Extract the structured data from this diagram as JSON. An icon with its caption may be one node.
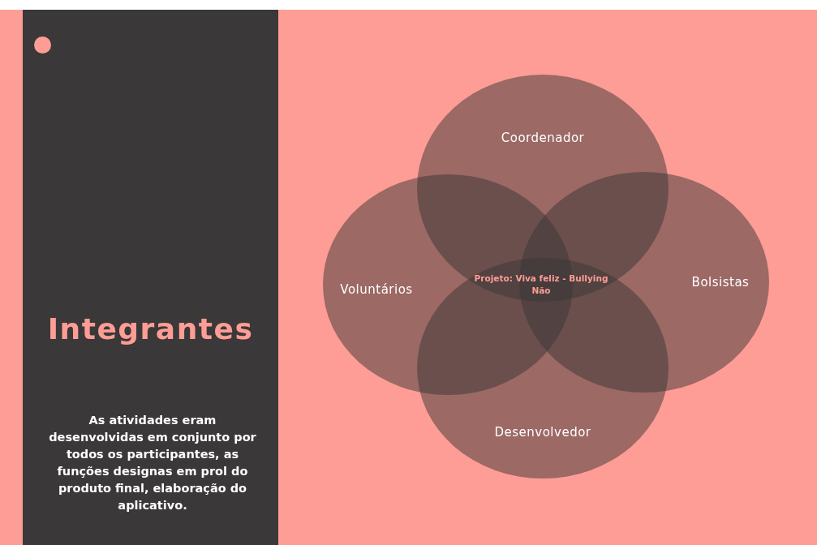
{
  "diagram": {
    "title": "Integrantes",
    "nodes": [
      {
        "text": [
          "Coordenador"
        ]
      },
      {
        "text": [
          "Voluntários"
        ]
      },
      {
        "text": [
          "Bolsistas"
        ]
      },
      {
        "text": [
          "Desenvolvedor"
        ]
      }
    ],
    "labels": [
      "Projeto: Viva feliz - Bullying Não",
      "As atividades eram desenvolvidas em conjunto por todos os participantes, as funções designas em prol do produto final, elaboração do aplicativo."
    ]
  }
}
